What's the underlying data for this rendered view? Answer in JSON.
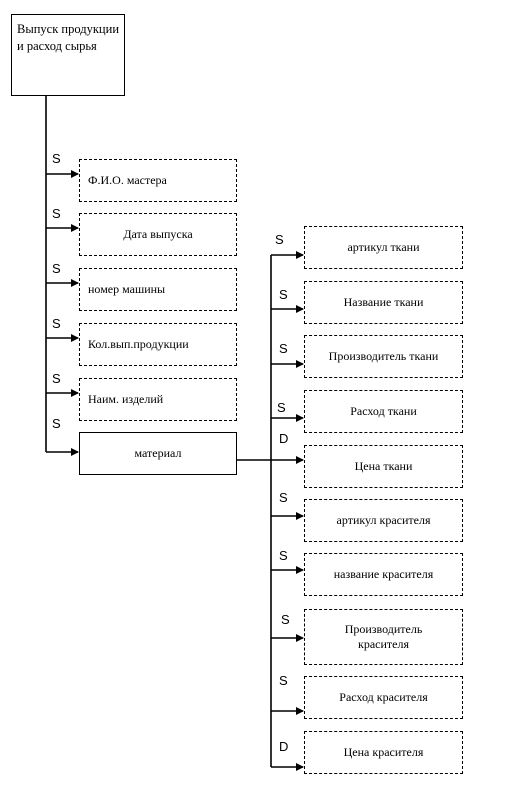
{
  "root": {
    "label": "Выпуск продукции и расход сырья"
  },
  "attributes": [
    {
      "label": "Ф.И.О. мастера",
      "type": "S"
    },
    {
      "label": "Дата выпуска",
      "type": "S"
    },
    {
      "label": "номер машины",
      "type": "S"
    },
    {
      "label": "Кол.вып.продукции",
      "type": "S"
    },
    {
      "label": "Наим. изделий",
      "type": "S"
    }
  ],
  "material": {
    "label": "материал",
    "type": "S"
  },
  "material_attributes": [
    {
      "label": "артикул ткани",
      "type": "S"
    },
    {
      "label": "Название ткани",
      "type": "S"
    },
    {
      "label": "Производитель ткани",
      "type": "S"
    },
    {
      "label": "Расход ткани",
      "type": "S"
    },
    {
      "label": "Цена ткани",
      "type": "D"
    },
    {
      "label": "артикул красителя",
      "type": "S"
    },
    {
      "label": "название красителя",
      "type": "S"
    },
    {
      "label": "Производитель красителя",
      "type": "S"
    },
    {
      "label": "Расход красителя",
      "type": "S"
    },
    {
      "label": "Цена красителя",
      "type": "D"
    }
  ]
}
